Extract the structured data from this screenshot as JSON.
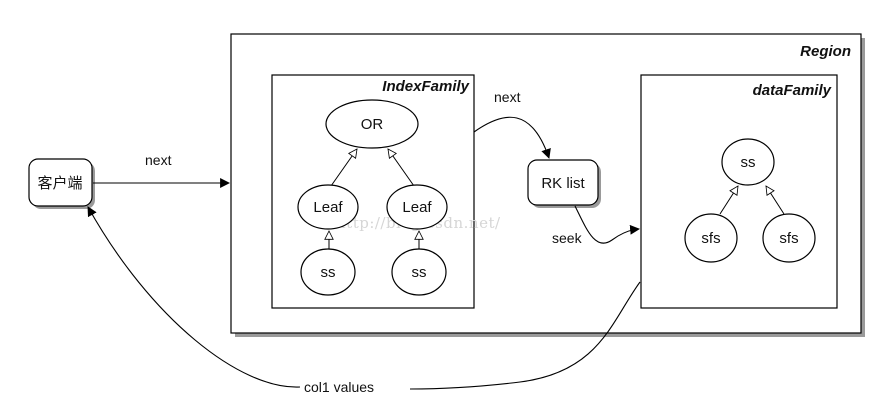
{
  "region": {
    "title": "Region"
  },
  "index_family": {
    "title": "IndexFamily",
    "or_node": "OR",
    "leaf_left": "Leaf",
    "leaf_right": "Leaf",
    "ss_left": "ss",
    "ss_right": "ss"
  },
  "data_family": {
    "title": "dataFamily",
    "ss_node": "ss",
    "sfs_left": "sfs",
    "sfs_right": "sfs"
  },
  "client": {
    "label": "客户端"
  },
  "rk_list": {
    "label": "RK list"
  },
  "edges": {
    "client_next": "next",
    "index_next": "next",
    "seek": "seek",
    "col_values": "col1 values"
  },
  "watermark": "http://blog.csdn.net/",
  "colors": {
    "stroke": "#000000",
    "shadow": "#9a9a9a",
    "watermark": "#d6d6d6"
  }
}
